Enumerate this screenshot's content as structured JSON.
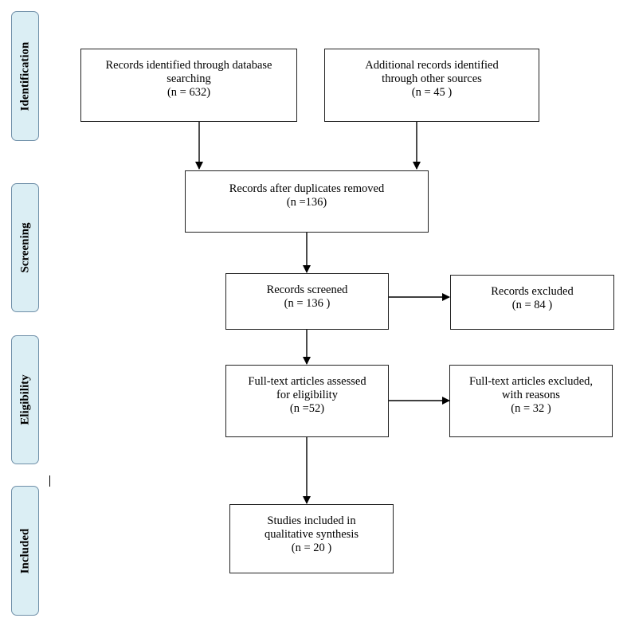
{
  "stages": {
    "identification": "Identification",
    "screening": "Screening",
    "eligibility": "Eligibility",
    "included": "Included"
  },
  "boxes": {
    "database_records": {
      "line1": "Records identified through database",
      "line2": "searching",
      "line3": "(n = 632)"
    },
    "other_sources": {
      "line1": "Additional records identified",
      "line2": "through other sources",
      "line3": "(n =  45 )"
    },
    "duplicates_removed": {
      "line1": "Records after duplicates removed",
      "line2": "(n =136)"
    },
    "screened": {
      "line1": "Records screened",
      "line2": "(n = 136 )"
    },
    "excluded": {
      "line1": "Records excluded",
      "line2": "(n = 84 )"
    },
    "fulltext_assessed": {
      "line1": "Full-text articles assessed",
      "line2": "for eligibility",
      "line3": "(n =52)"
    },
    "fulltext_excluded": {
      "line1": "Full-text articles excluded,",
      "line2": "with reasons",
      "line3": "(n = 32 )"
    },
    "included_studies": {
      "line1": "Studies included in",
      "line2": "qualitative synthesis",
      "line3": "(n = 20 )"
    }
  }
}
